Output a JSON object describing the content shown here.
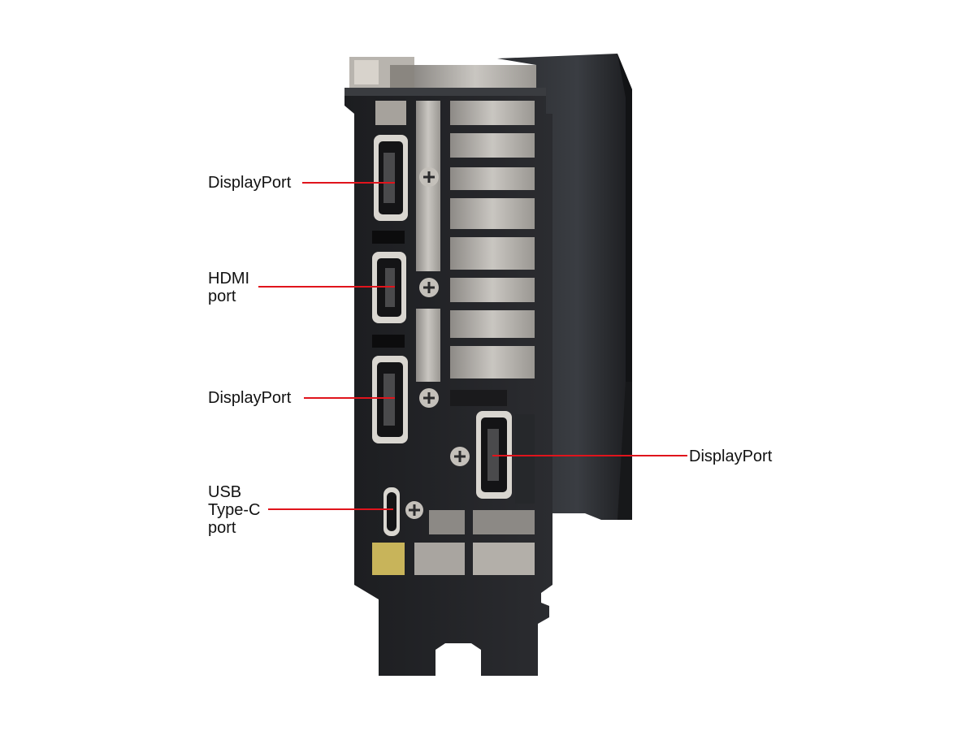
{
  "figure": {
    "subject": "graphics-card-io-bracket",
    "callout_color": "#e0141c"
  },
  "callouts": [
    {
      "id": "displayport-1",
      "lines": [
        "DisplayPort"
      ]
    },
    {
      "id": "hdmi",
      "lines": [
        "HDMI",
        "port"
      ]
    },
    {
      "id": "displayport-2",
      "lines": [
        "DisplayPort"
      ]
    },
    {
      "id": "usb-c",
      "lines": [
        "USB",
        "Type-C",
        "port"
      ]
    },
    {
      "id": "displayport-3",
      "lines": [
        "DisplayPort"
      ]
    }
  ]
}
